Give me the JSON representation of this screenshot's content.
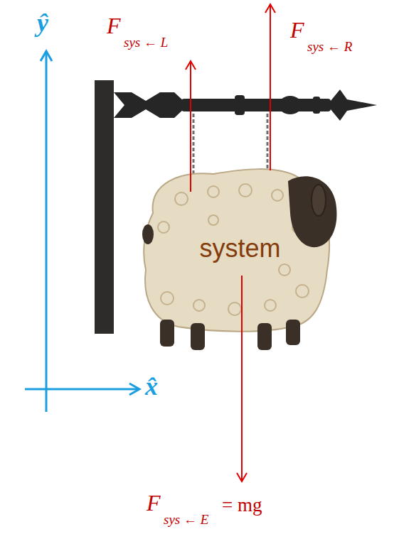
{
  "diagram": {
    "nodes": [
      {
        "text": [
          "system"
        ]
      }
    ],
    "labels": [
      "F⃗",
      "sys ← L",
      "F⃗",
      "sys ← R",
      "F⃗",
      "sys ← E",
      "= mg⃗",
      "ŷ",
      "x̂"
    ]
  }
}
